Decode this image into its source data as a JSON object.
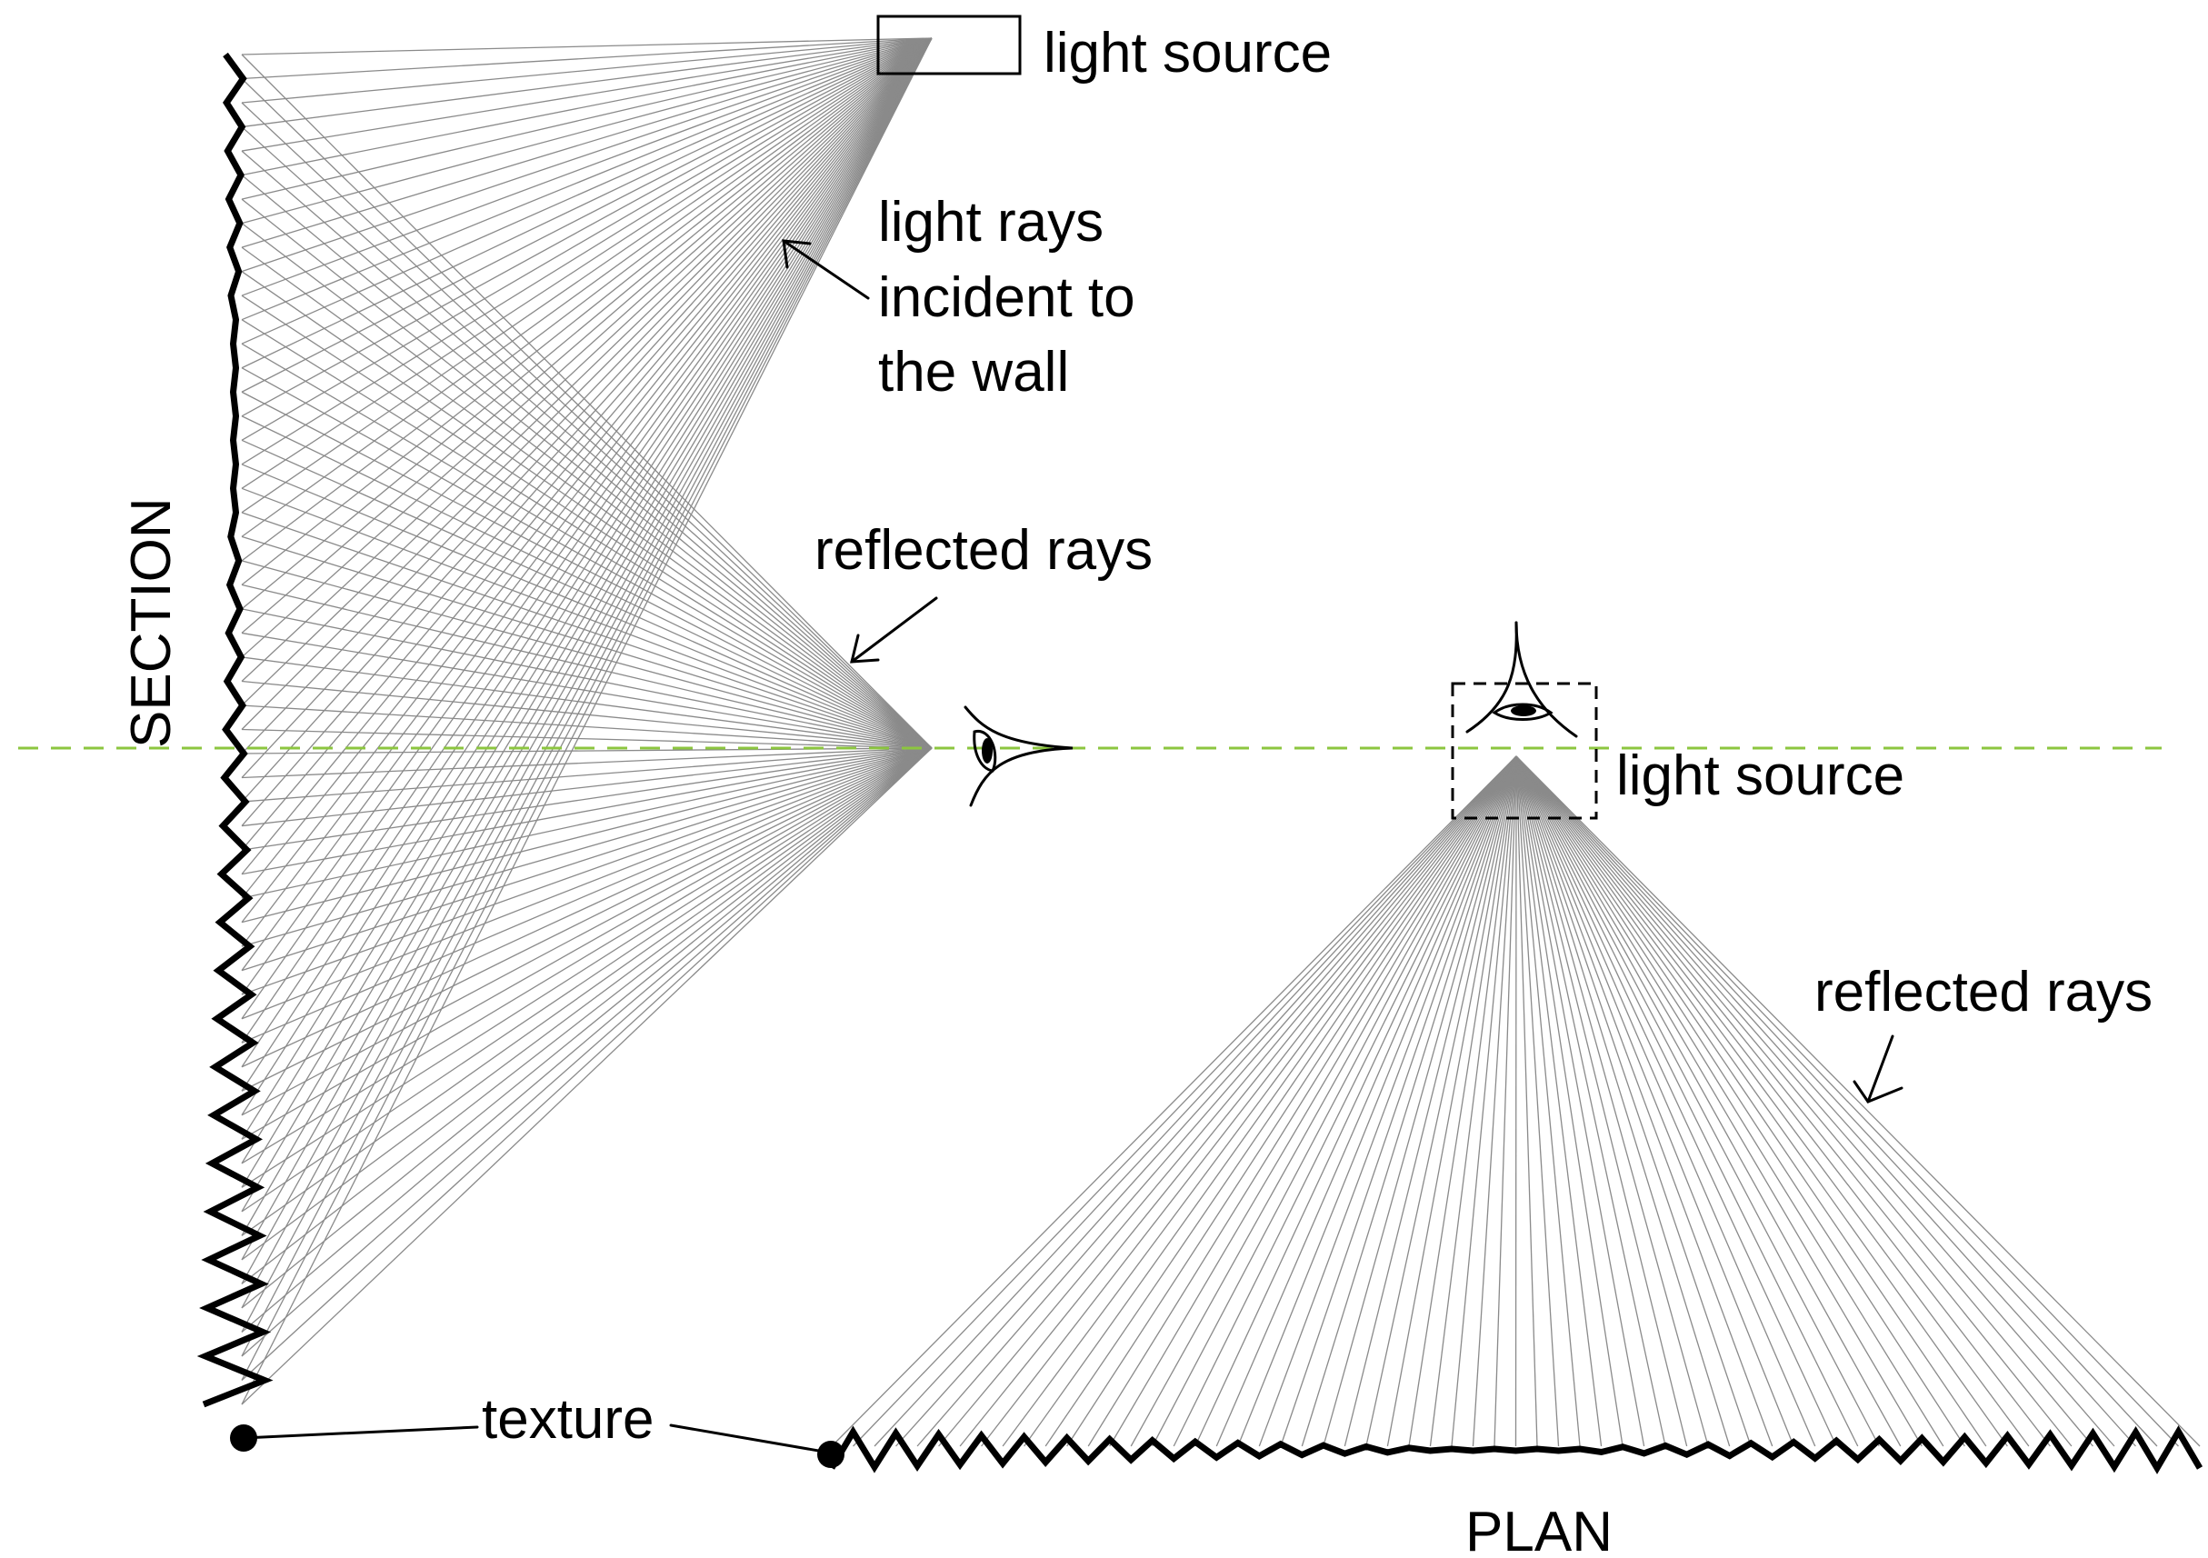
{
  "labels": {
    "section_title": "SECTION",
    "plan_title": "PLAN",
    "light_source_section": "light source",
    "light_source_plan": "light source",
    "incident_rays_line1": "light rays",
    "incident_rays_line2": "incident to",
    "incident_rays_line3": "the wall",
    "reflected_rays_section": "reflected rays",
    "reflected_rays_plan": "reflected rays",
    "texture": "texture"
  },
  "colors": {
    "rays": "#8a8a8a",
    "wall": "#000000",
    "horizon_line": "#8cc63f"
  }
}
